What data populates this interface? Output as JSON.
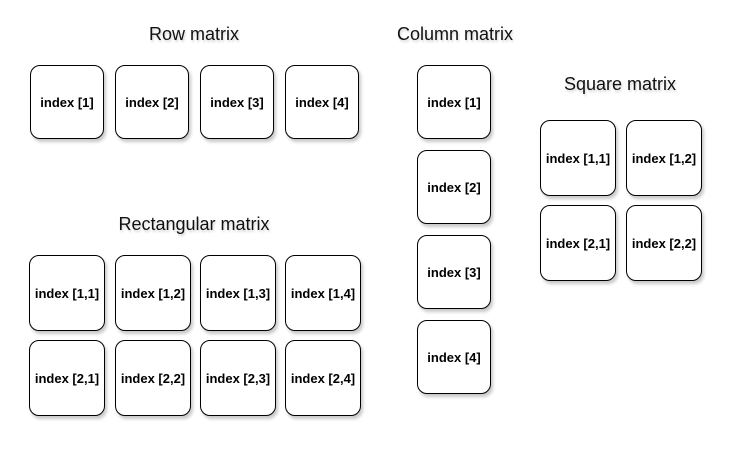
{
  "row_matrix": {
    "title": "Row matrix",
    "cells": [
      "index [1]",
      "index [2]",
      "index [3]",
      "index [4]"
    ]
  },
  "column_matrix": {
    "title": "Column matrix",
    "cells": [
      "index [1]",
      "index [2]",
      "index [3]",
      "index [4]"
    ]
  },
  "square_matrix": {
    "title": "Square matrix",
    "cells": [
      [
        "index [1,1]",
        "index [1,2]"
      ],
      [
        "index [2,1]",
        "index [2,2]"
      ]
    ]
  },
  "rectangular_matrix": {
    "title": "Rectangular matrix",
    "cells": [
      [
        "index [1,1]",
        "index [1,2]",
        "index [1,3]",
        "index [1,4]"
      ],
      [
        "index [2,1]",
        "index [2,2]",
        "index [2,3]",
        "index [2,4]"
      ]
    ]
  }
}
